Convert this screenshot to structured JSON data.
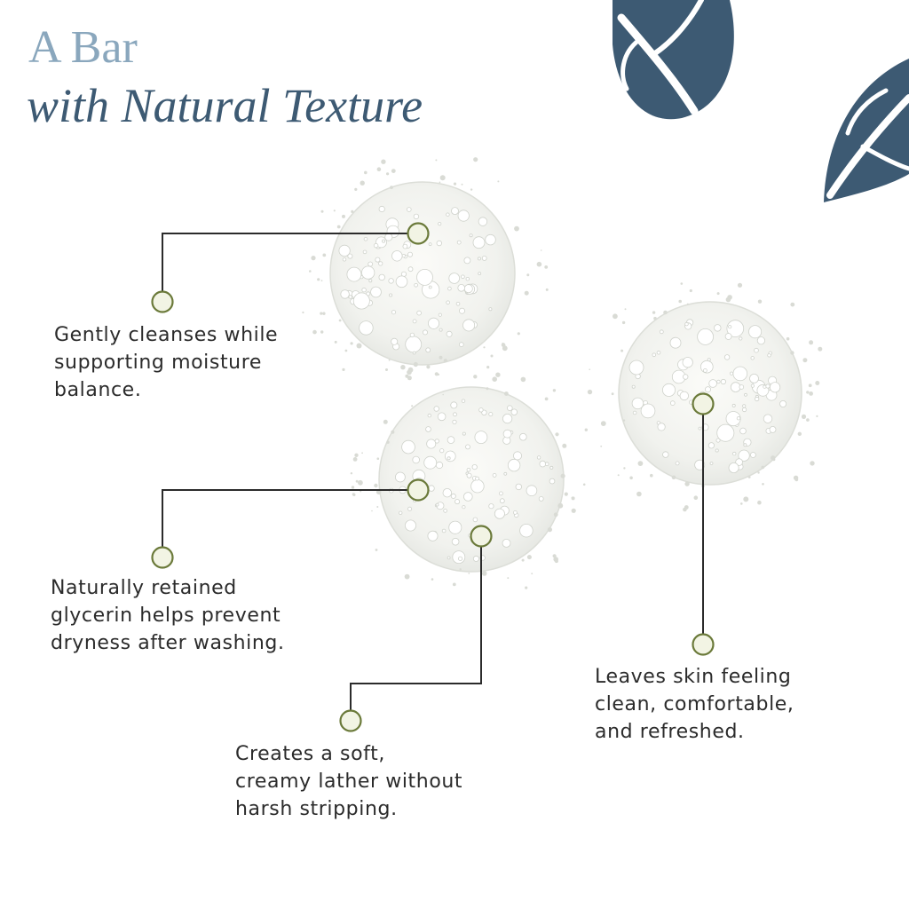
{
  "title": {
    "line1": "A Bar",
    "line2": "with Natural Texture"
  },
  "callouts": [
    {
      "lines": [
        "Gently cleanses while",
        "supporting moisture",
        "balance."
      ]
    },
    {
      "lines": [
        "Naturally retained",
        "glycerin helps prevent",
        "dryness after washing."
      ]
    },
    {
      "lines": [
        "Creates a soft,",
        "creamy lather without",
        "harsh stripping."
      ]
    },
    {
      "lines": [
        "Leaves skin feeling",
        "clean, comfortable,",
        "and refreshed."
      ]
    }
  ],
  "colors": {
    "title_line1": "#8aa7bd",
    "title_line2": "#3d5a73",
    "leaf": "#3d5a73",
    "connector_line": "#2b2b2b",
    "dot_fill": "#f2f4e4",
    "dot_stroke": "#6b7a3a",
    "text": "#2b2b2b"
  }
}
